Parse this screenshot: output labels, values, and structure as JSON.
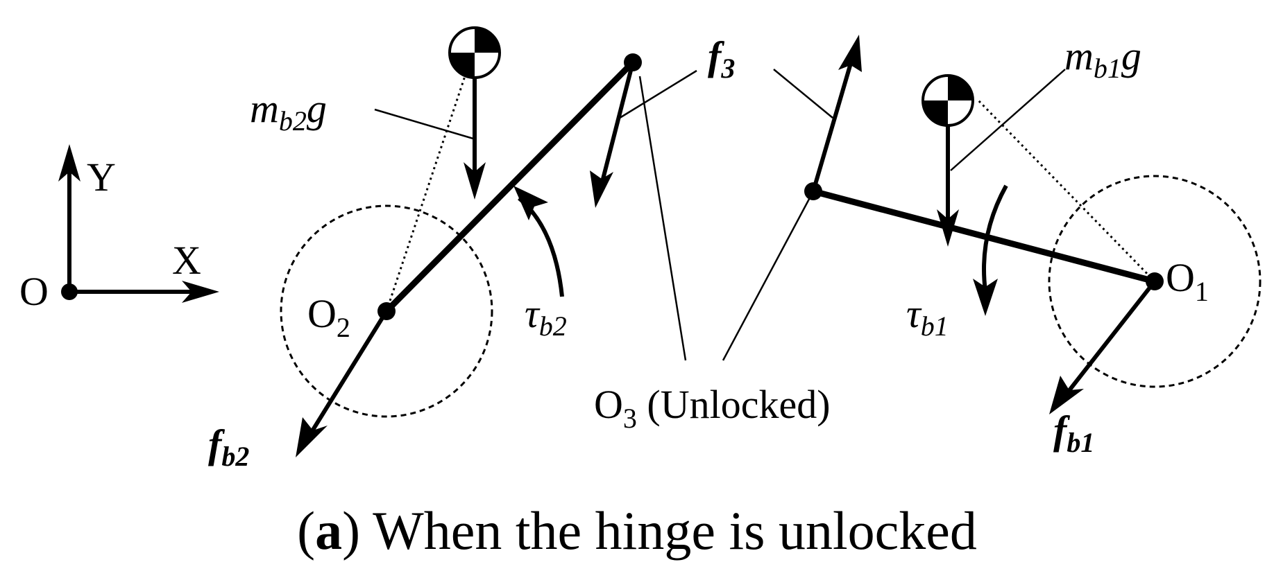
{
  "axes": {
    "origin_label": "O",
    "x_label": "X",
    "y_label": "Y"
  },
  "labels": {
    "o1": {
      "main": "O",
      "sub": "1"
    },
    "o2": {
      "main": "O",
      "sub": "2"
    },
    "o3": {
      "main": "O",
      "sub": "3",
      "note": " (Unlocked)"
    },
    "f3": {
      "main": "f",
      "sub": "3"
    },
    "fb1": {
      "main": "f",
      "sub": "b1"
    },
    "fb2": {
      "main": "f",
      "sub": "b2"
    },
    "tau_b1": {
      "main": "τ",
      "sub": "b1"
    },
    "tau_b2": {
      "main": "τ",
      "sub": "b2"
    },
    "mb1g": {
      "pre": "m",
      "sub": "b1",
      "post": "g"
    },
    "mb2g": {
      "pre": "m",
      "sub": "b2",
      "post": "g"
    }
  },
  "caption": {
    "tag": "a",
    "text": " When the hinge is unlocked"
  }
}
